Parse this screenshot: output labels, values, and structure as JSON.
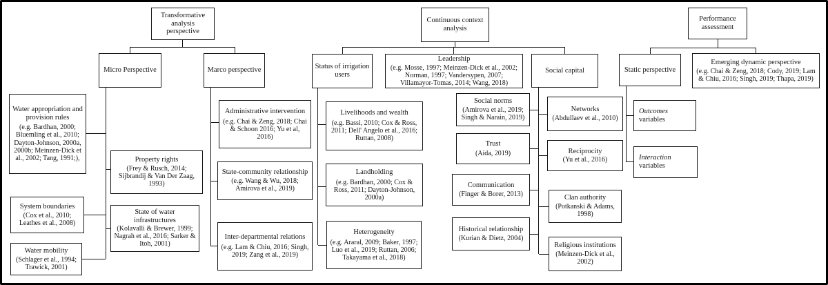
{
  "boxes": {
    "transformative": {
      "title": "Transformative analysis perspective"
    },
    "continuous": {
      "title": "Continuous context analysis"
    },
    "performance": {
      "title": "Performance assessment"
    },
    "micro": {
      "title": "Micro Perspective"
    },
    "marco": {
      "title": "Marco perspective"
    },
    "status": {
      "title": "Status of irrigation users"
    },
    "leadership": {
      "title": "Leadership",
      "citation": "(e.g. Mosse, 1997; Meinzen-Dick et al., 2002; Norman, 1997; Vandersypen, 2007; Villamayor-Tomas, 2014; Wang, 2018)"
    },
    "social_capital": {
      "title": "Social capital"
    },
    "static_p": {
      "title": "Static perspective"
    },
    "emerging": {
      "title": "Emerging dynamic perspective",
      "citation": "(e.g. Chai & Zeng, 2018; Cody, 2019; Lam & Chiu, 2016; Singh, 2019; Thapa, 2019)"
    },
    "water_appropriation": {
      "title": "Water appropriation and provision rules",
      "citation": "(e.g. Bardhan, 2000; Bluemling et al., 2010; Dayton-Johnson, 2000a, 2000b; Meinzen-Dick et al., 2002; Tang, 1991;),"
    },
    "system_boundaries": {
      "title": "System boundaries",
      "citation": "(Cox et al., 2010; Leathes et al., 2008)"
    },
    "water_mobility": {
      "title": "Water mobility",
      "citation": "(Schlager et al., 1994; Trawick, 2001)"
    },
    "property_rights": {
      "title": "Property rights",
      "citation": "(Frey & Rusch, 2014; Sijbrandij & Van Der Zaag, 1993)"
    },
    "water_infrastructures": {
      "title": "State of water infrastructures",
      "citation": "(Kolavalli & Brewer, 1999; Nagrah et al., 2016; Sarker & Itoh, 2001)"
    },
    "administrative": {
      "title": "Administrative intervention",
      "citation": "(e.g. Chai & Zeng, 2018; Chai & Schoon 2016; Yu et al, 2016)"
    },
    "state_community": {
      "title": "State-community relationship",
      "citation": "(e.g. Wang & Wu, 2018; Amirova et al., 2019)"
    },
    "interdepartmental": {
      "title": "Inter-departmental relations",
      "citation": "(e.g. Lam & Chiu, 2016; Singh, 2019; Zang et al., 2019)"
    },
    "livelihoods": {
      "title": "Livelihoods and wealth",
      "citation": "(e.g. Bassi, 2010; Cox & Ross, 2011; Dell' Angelo et al., 2016; Ruttan, 2008)"
    },
    "landholding": {
      "title": "Landholding",
      "citation": "(e.g. Bardhan, 2000; Cox & Ross, 2011; Dayton-Johnson, 2000a)"
    },
    "heterogeneity": {
      "title": "Heterogeneity",
      "citation": "(e.g. Araral, 2009; Baker, 1997; Luo et al., 2019; Ruttan, 2006; Takayama et al., 2018)"
    },
    "social_norms": {
      "title": "Social norms",
      "citation": "(Amirova et al., 2019; Singh & Narain, 2019)"
    },
    "trust": {
      "title": "Trust",
      "citation": "(Aida, 2019)"
    },
    "communication": {
      "title": "Communication",
      "citation": "(Finger & Borer, 2013)"
    },
    "historical": {
      "title": "Historical relationship",
      "citation": "(Kurian & Dietz, 2004)"
    },
    "networks": {
      "title": "Networks",
      "citation": "(Abdullaev et al., 2010)"
    },
    "reciprocity": {
      "title": "Reciprocity",
      "citation": "(Yu et al., 2016)"
    },
    "clan_authority": {
      "title": "Clan authority",
      "citation": "(Potkanski & Adams, 1998)"
    },
    "religious": {
      "title": "Religious institutions",
      "citation": "(Meinzen-Dick et al., 2002)"
    },
    "outcomes": {
      "title_italic": "Outcomes",
      "title_rest": " variables"
    },
    "interaction": {
      "title_italic": "Interaction",
      "title_rest": " variables"
    }
  },
  "edges": [
    [
      "transformative",
      "micro"
    ],
    [
      "transformative",
      "marco"
    ],
    [
      "micro",
      "water_appropriation"
    ],
    [
      "micro",
      "system_boundaries"
    ],
    [
      "micro",
      "water_mobility"
    ],
    [
      "micro",
      "property_rights"
    ],
    [
      "micro",
      "water_infrastructures"
    ],
    [
      "marco",
      "administrative"
    ],
    [
      "marco",
      "state_community"
    ],
    [
      "marco",
      "interdepartmental"
    ],
    [
      "continuous",
      "status"
    ],
    [
      "continuous",
      "leadership"
    ],
    [
      "continuous",
      "social_capital"
    ],
    [
      "status",
      "livelihoods"
    ],
    [
      "status",
      "landholding"
    ],
    [
      "status",
      "heterogeneity"
    ],
    [
      "social_capital",
      "social_norms"
    ],
    [
      "social_capital",
      "trust"
    ],
    [
      "social_capital",
      "communication"
    ],
    [
      "social_capital",
      "historical"
    ],
    [
      "social_capital",
      "networks"
    ],
    [
      "social_capital",
      "reciprocity"
    ],
    [
      "social_capital",
      "clan_authority"
    ],
    [
      "social_capital",
      "religious"
    ],
    [
      "performance",
      "static_p"
    ],
    [
      "performance",
      "emerging"
    ],
    [
      "static_p",
      "outcomes"
    ],
    [
      "static_p",
      "interaction"
    ]
  ]
}
